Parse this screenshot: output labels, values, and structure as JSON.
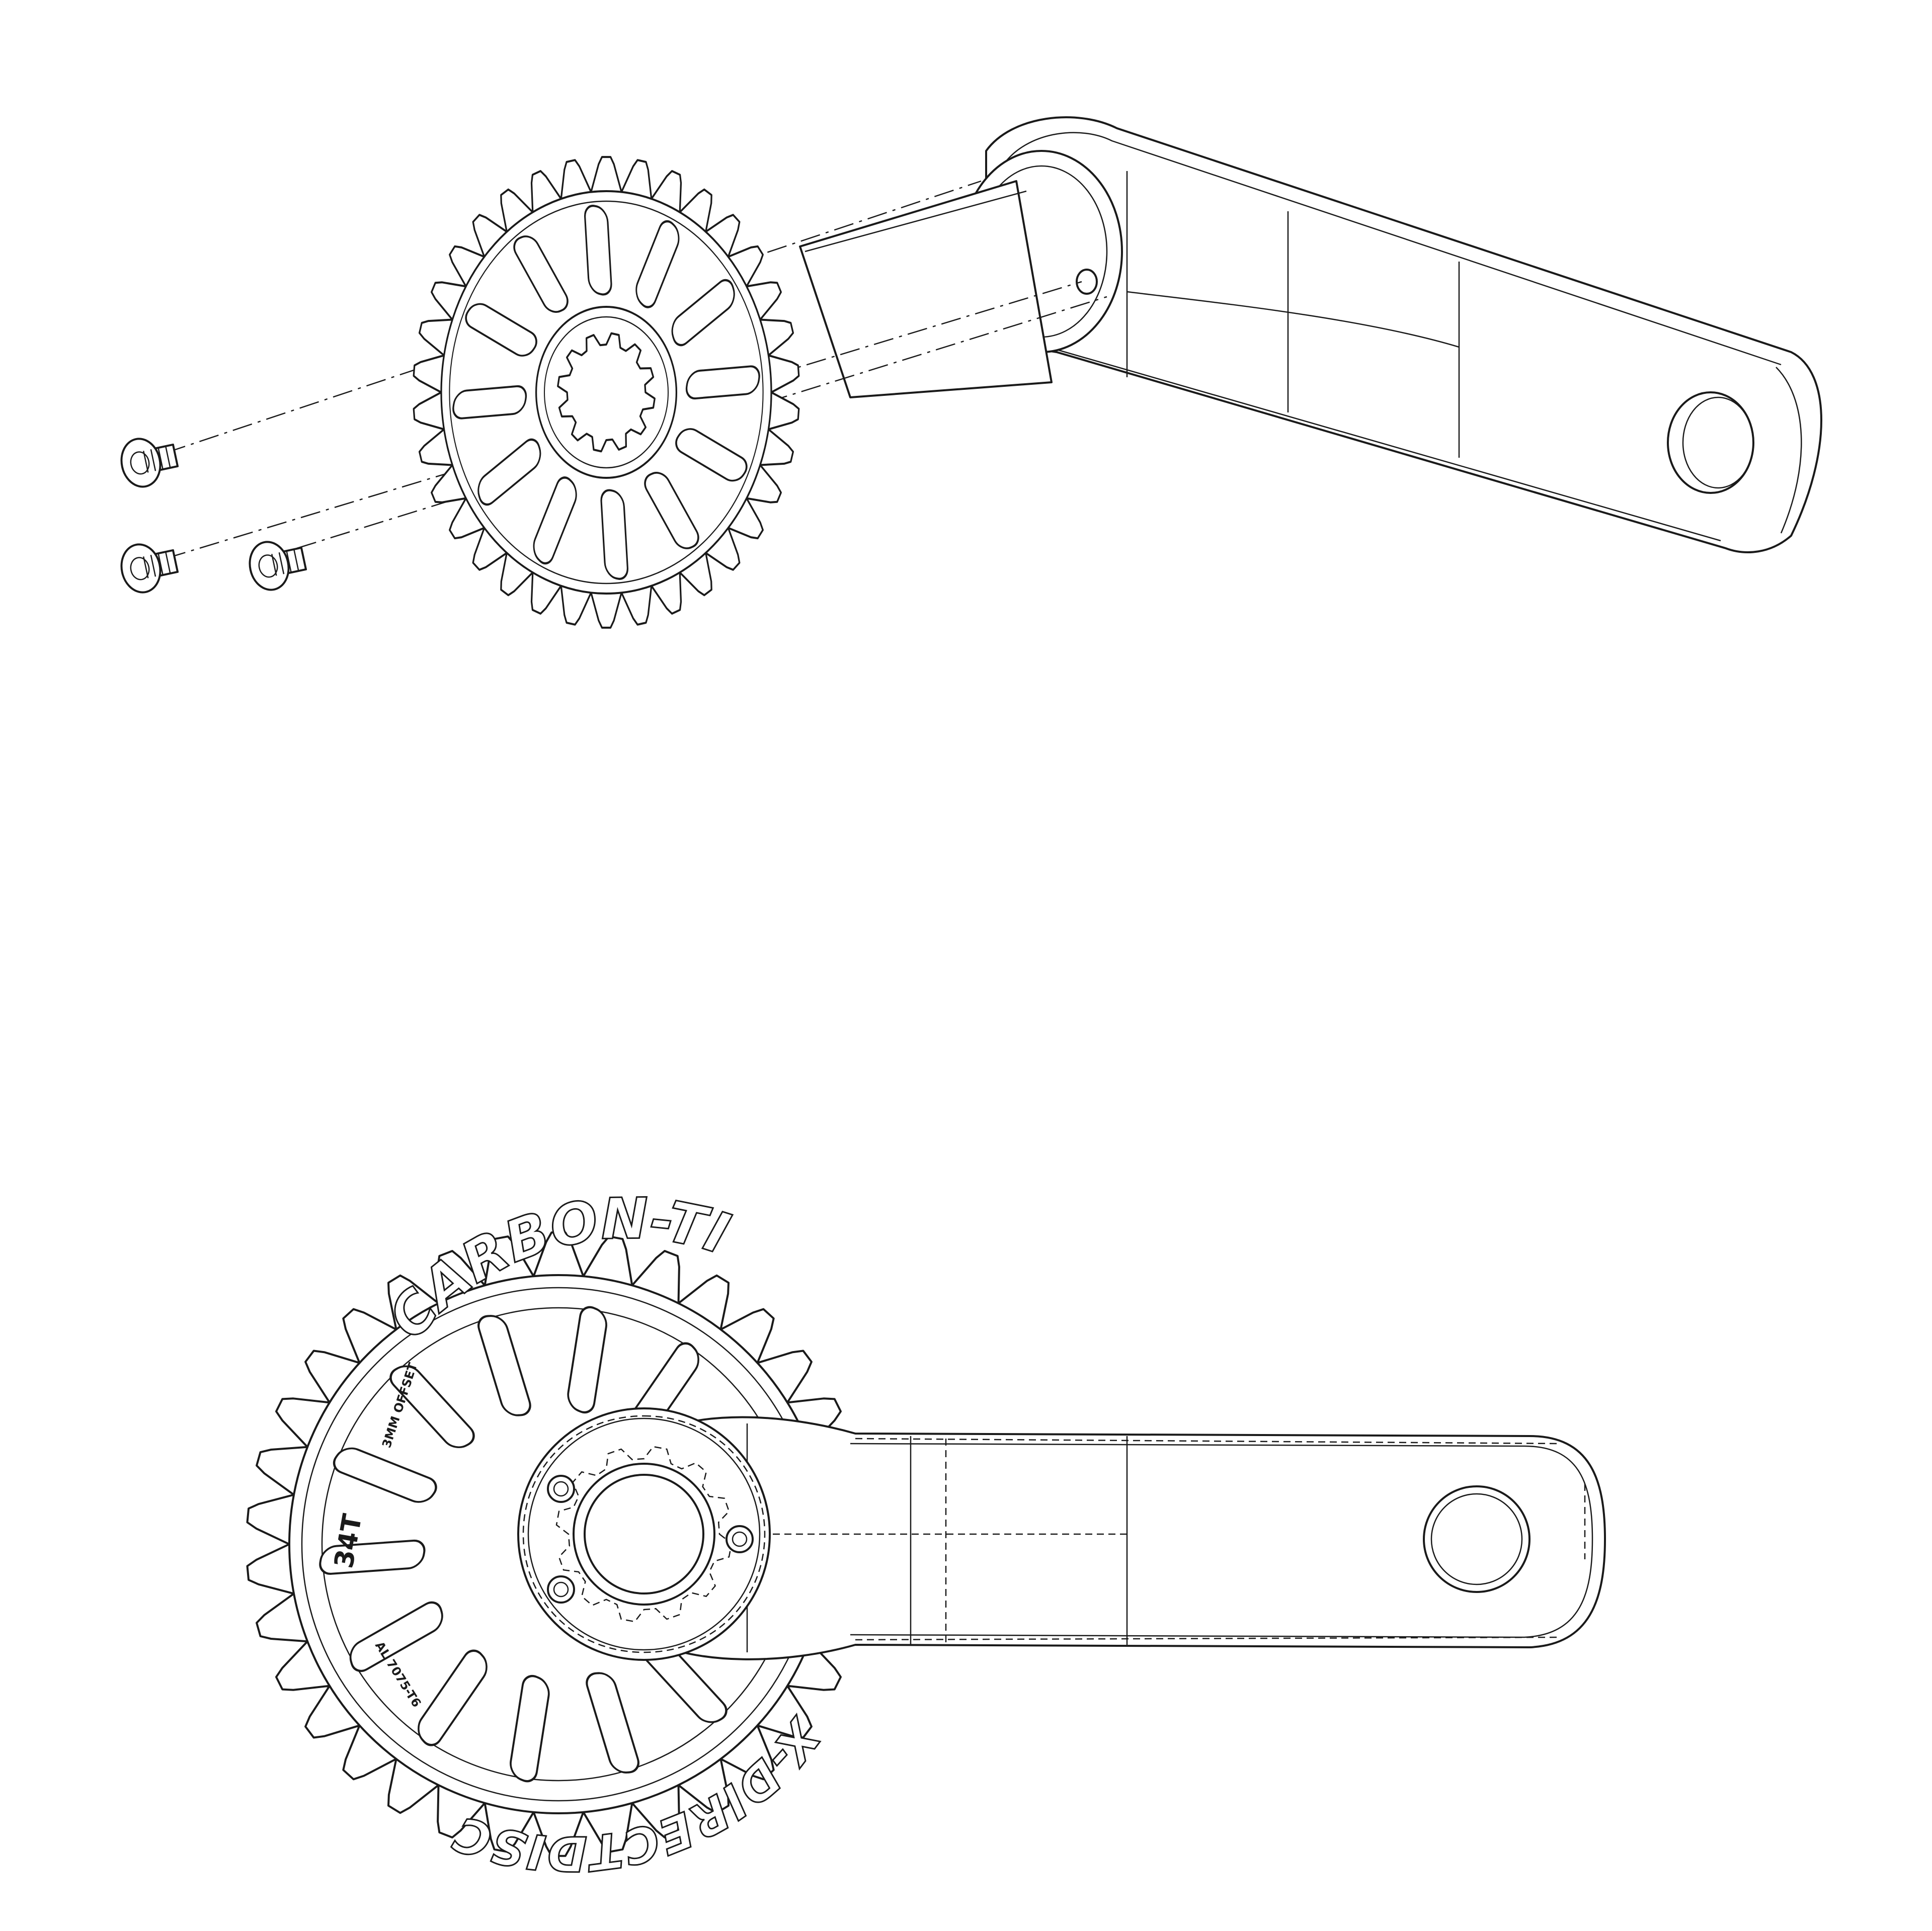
{
  "assembly": {
    "labels": {
      "brand_upper": "CARBON-TI",
      "brand_lower": "X-DIRECTDISC",
      "teeth": "34T",
      "offset": "3MM OFFSET",
      "material": "AL 7075-T6"
    },
    "chainring_teeth": 34,
    "bolt_count": 3,
    "colors": {
      "line": "#1a1a1a",
      "background": "#ffffff"
    }
  }
}
